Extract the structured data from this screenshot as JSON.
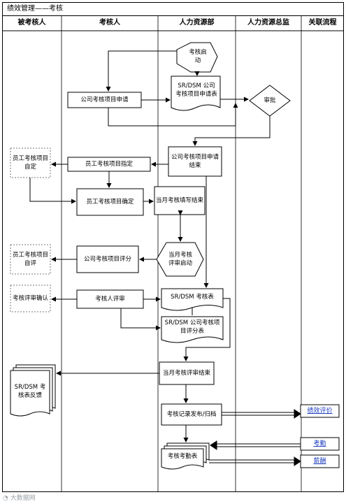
{
  "title": "绩效管理——考核",
  "lanes": [
    "被考核人",
    "考核人",
    "人力资源部",
    "人力资源总监",
    "关联流程"
  ],
  "nodes": {
    "start": "考核启动",
    "apply_form": "SR/DSM 公司考核项目申请表",
    "company_apply": "公司考核项目申请",
    "approve": "审批",
    "employee_define": "员工考核项目自定",
    "employee_assign": "员工考核项目指定",
    "apply_end": "公司考核项目申请结束",
    "employee_confirm": "员工考核项目确定",
    "month_fill_end": "当月考核填写结束",
    "employee_self_eval": "员工考核项目自评",
    "company_eval": "公司考核项目评分",
    "month_review_start": "当月考核评审启动",
    "review_confirm": "考核评审确认",
    "reviewer_review": "考核人评审",
    "sr_dsm_form": "SR/DSM 考核表",
    "sr_dsm_score_form": "SR/DSM 公司考核项目评分表",
    "feedback": "SR/DSM 考核表反馈",
    "month_review_end": "当月考核评审结束",
    "record_archive": "考核记录发布/归档",
    "attendance_form": "考核考勤表"
  },
  "related": {
    "perf_eval": "绩效评价",
    "attendance": "考勤",
    "salary": "薪酬"
  },
  "watermark": "大数据网"
}
